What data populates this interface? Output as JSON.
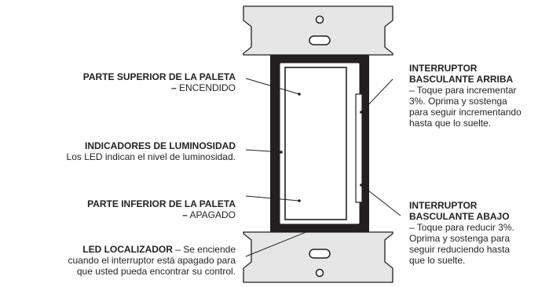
{
  "labels": {
    "top_paddle": {
      "title": "PARTE SUPERIOR DE LA PALETA",
      "dash": "–",
      "desc": "ENCENDIDO"
    },
    "brightness": {
      "title": "INDICADORES DE LUMINOSIDAD",
      "desc": "Los LED indican el nivel de luminosidad."
    },
    "bottom_paddle": {
      "title": "PARTE INFERIOR DE LA PALETA",
      "dash": "–",
      "desc": "APAGADO"
    },
    "locator": {
      "title": "LED LOCALIZADOR",
      "line1": "– Se enciende",
      "line2": "cuando el interruptor está apagado para",
      "line3": "que usted pueda encontrar su control."
    },
    "rocker_up": {
      "title1": "INTERRUPTOR",
      "title2": "BASCULANTE ARRIBA",
      "line1": "– Toque para incrementar",
      "line2": "3%. Oprima y sostenga",
      "line3": "para seguir incrementando",
      "line4": "hasta que lo suelte."
    },
    "rocker_down": {
      "title1": "INTERRUPTOR",
      "title2": "BASCULANTE ABAJO",
      "line1": "– Toque para reducir 3%.",
      "line2": "Oprima y sostenga para",
      "line3": "seguir reduciendo hasta",
      "line4": "que lo suelte."
    }
  },
  "colors": {
    "plate": "#e6e6e6",
    "frame": "#231f20",
    "line": "#231f20"
  }
}
